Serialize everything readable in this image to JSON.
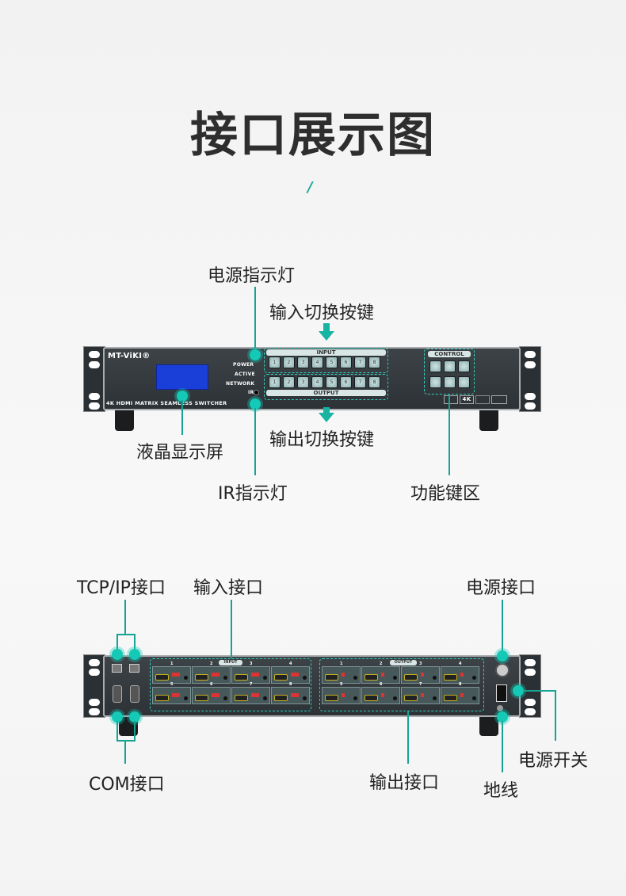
{
  "title": "接口展示图",
  "divider": "/",
  "front": {
    "labels": {
      "power_led": "电源指示灯",
      "input_keys": "输入切换按键",
      "lcd": "液晶显示屏",
      "output_keys": "输出切换按键",
      "ir_led": "IR指示灯",
      "function_keys": "功能键区"
    },
    "panel": {
      "brand": "MT-ViKI®",
      "model": "4K HDMI MATRIX SEAMLESS SWITCHER",
      "power": "POWER",
      "active": "ACTIVE",
      "network": "NETWORK",
      "ir": "IR",
      "input": "INPUT",
      "output": "OUTPUT",
      "control": "CONTROL",
      "badge_4k": "4K"
    },
    "input_buttons": [
      "1",
      "2",
      "3",
      "4",
      "5",
      "6",
      "7",
      "8"
    ],
    "output_buttons": [
      "1",
      "2",
      "3",
      "4",
      "5",
      "6",
      "7",
      "8"
    ]
  },
  "back": {
    "labels": {
      "tcpip": "TCP/IP接口",
      "input_ports": "输入接口",
      "power_port": "电源接口",
      "power_switch": "电源开关",
      "com": "COM接口",
      "output_ports": "输出接口",
      "ground": "地线"
    },
    "panel": {
      "input": "INPUT",
      "output": "OUTPUT",
      "ports": [
        "1",
        "2",
        "3",
        "4",
        "5",
        "6",
        "7",
        "8"
      ]
    }
  },
  "colors": {
    "accent": "#17a394",
    "lcd": "#1a3ed8"
  }
}
